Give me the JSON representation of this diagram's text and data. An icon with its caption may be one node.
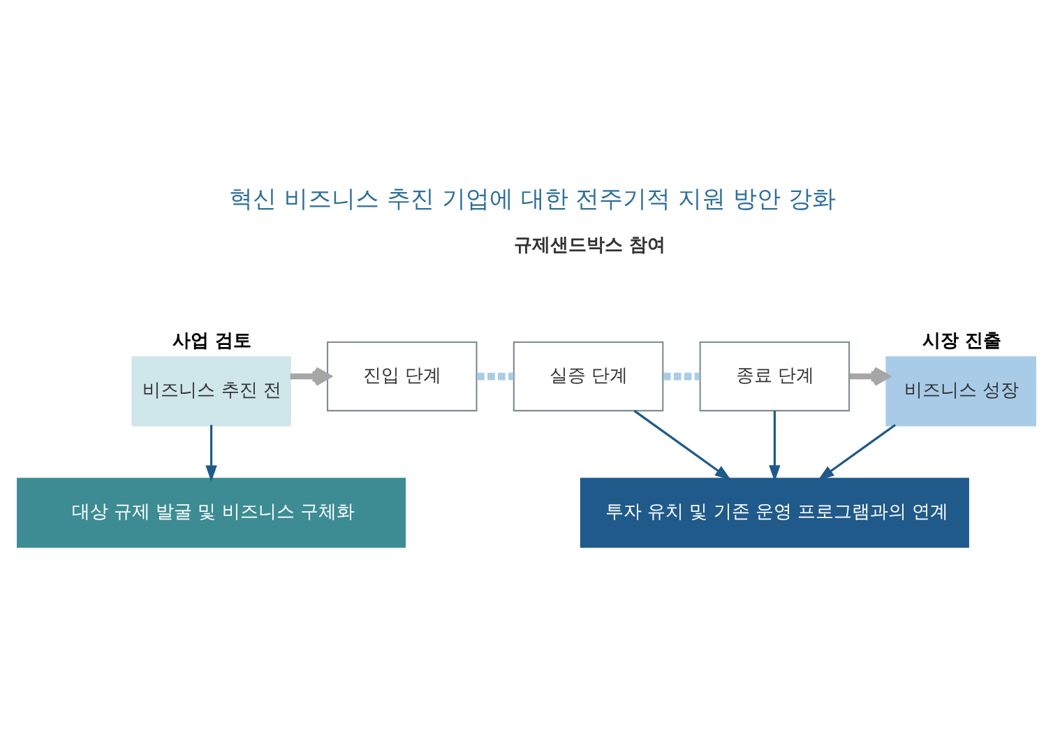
{
  "diagram": {
    "title": "혁신 비즈니스 추진 기업에 대한 전주기적 지원 방안 강화",
    "nodes": [
      {
        "text": [
          "사업 검토",
          "비즈니스 추진 전"
        ]
      },
      {
        "text": [
          "진입 단계"
        ]
      },
      {
        "text": [
          "실증 단계"
        ]
      },
      {
        "text": [
          "종료 단계"
        ]
      },
      {
        "text": [
          "시장 진출",
          "비즈니스 성장"
        ]
      },
      {
        "text": [
          "대상 규제 발굴 및 비즈니스 구체화"
        ]
      },
      {
        "text": [
          "투자 유치 및 기존 운영 프로그램과의 연계"
        ]
      }
    ],
    "edges": [
      {
        "from": 0,
        "to": 1,
        "arrow": "to",
        "style": "thick",
        "color": "#a6a6a6"
      },
      {
        "from": 1,
        "to": 2,
        "arrow": "none",
        "style": "dashed",
        "color": "#a9cde3"
      },
      {
        "from": 2,
        "to": 3,
        "arrow": "none",
        "style": "dashed",
        "color": "#a9cde3"
      },
      {
        "from": 3,
        "to": 4,
        "arrow": "to",
        "style": "thick",
        "color": "#a6a6a6"
      },
      {
        "from": 0,
        "to": 5,
        "arrow": "to"
      },
      {
        "from": 2,
        "to": 6,
        "arrow": "to"
      },
      {
        "from": 3,
        "to": 6,
        "arrow": "to"
      },
      {
        "from": 4,
        "to": 6,
        "arrow": "to"
      }
    ],
    "labels": [
      "규제샌드박스 참여"
    ]
  }
}
